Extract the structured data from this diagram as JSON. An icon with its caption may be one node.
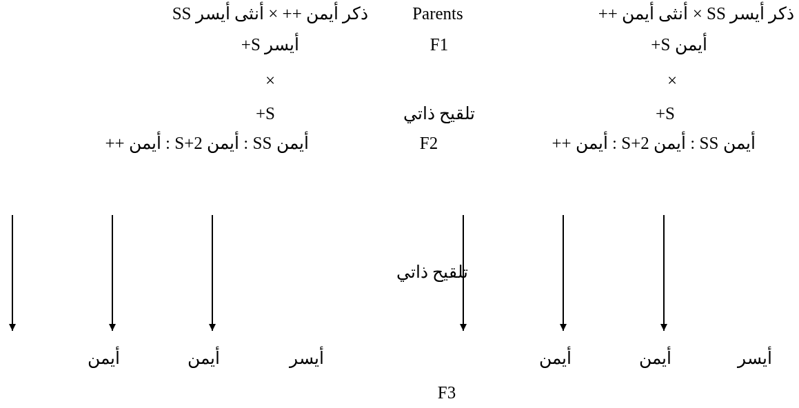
{
  "diagram": {
    "labels": [
      "ذكر أيمن ++ × أنثى أيسر SS",
      "Parents",
      "ذكر أيسر SS × أنثى أيمن ++",
      "أيسر S+",
      "F1",
      "أيمن S+",
      "×",
      "×",
      "S+",
      "تلقيح ذاتي",
      "S+",
      "أيمن SS : أيمن S+2 : أيمن ++",
      "F2",
      "أيمن SS : أيمن S+2 : أيمن ++",
      "تلقيح ذاتي",
      "أيمن",
      "أيمن",
      "أيسر",
      "أيمن",
      "أيمن",
      "أيسر",
      "F3"
    ]
  }
}
